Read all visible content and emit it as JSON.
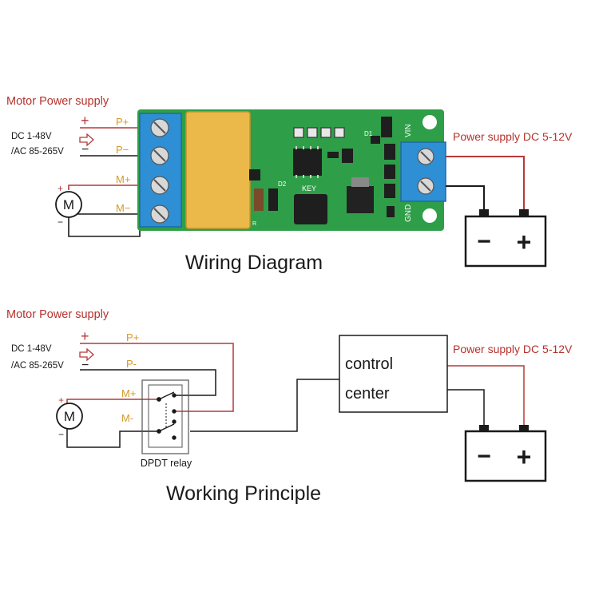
{
  "wiring": {
    "title": "Wiring Diagram",
    "motor_supply_label": "Motor Power supply",
    "dc_label": "DC 1-48V",
    "ac_label": "/AC 85-265V",
    "plus_sign": "+",
    "minus_sign": "−",
    "terminal_p_plus": "P+",
    "terminal_p_minus": "P−",
    "terminal_m_plus": "M+",
    "terminal_m_minus": "M−",
    "motor_symbol": "M",
    "power_supply_label": "Power supply DC 5-12V",
    "board_label_vin": "VIN",
    "board_label_gnd": "GND",
    "board_label_key": "KEY",
    "board_label_d1": "D1",
    "board_label_d2": "D2",
    "board_label_r": "R",
    "battery_minus": "−",
    "battery_plus": "+"
  },
  "principle": {
    "title": "Working Principle",
    "motor_supply_label": "Motor Power supply",
    "dc_label": "DC 1-48V",
    "ac_label": "/AC 85-265V",
    "plus_sign": "+",
    "minus_sign": "−",
    "terminal_p_plus": "P+",
    "terminal_p_minus": "P-",
    "terminal_m_plus": "M+",
    "terminal_m_minus": "M-",
    "motor_symbol": "M",
    "relay_label": "DPDT relay",
    "control_line1": "control",
    "control_line2": "center",
    "power_supply_label": "Power supply DC 5-12V",
    "battery_minus": "−",
    "battery_plus": "+"
  },
  "colors": {
    "label_red": "#b5322d",
    "terminal_orange": "#d49a2a",
    "wire_red": "#b33a3a",
    "wire_black": "#1a1a1a",
    "board_green": "#2f9e48",
    "terminal_blue": "#2f8fd4",
    "relay_yellow": "#eab94a"
  }
}
